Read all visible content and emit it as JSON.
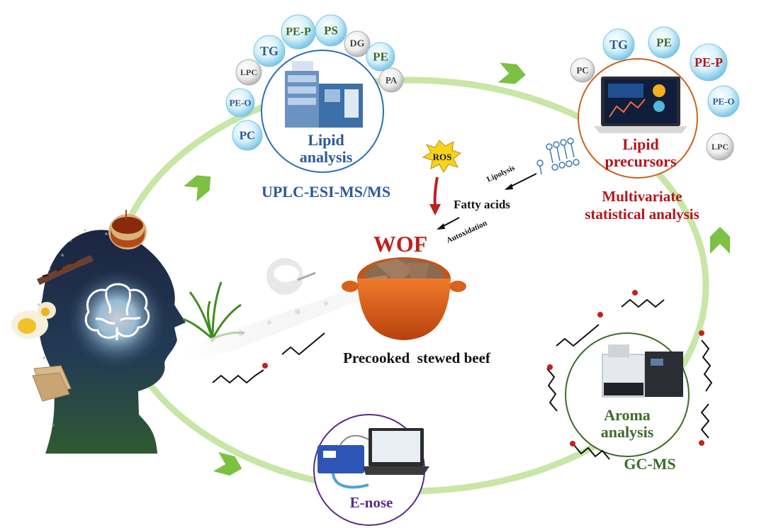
{
  "lipid_analysis": {
    "title_line1": "Lipid",
    "title_line2": "analysis",
    "method": "UPLC-ESI-MS/MS",
    "classes": [
      "PE-P",
      "PS",
      "TG",
      "DG",
      "PE",
      "LPC",
      "PA",
      "PE-O",
      "PC"
    ]
  },
  "lipid_precursors": {
    "title_line1": "Lipid",
    "title_line2": "precursors",
    "method_line1": "Multivariate",
    "method_line2": "statistical analysis",
    "classes": [
      "TG",
      "PE",
      "PE-P",
      "PC",
      "PE-O",
      "LPC"
    ]
  },
  "mechanism": {
    "ros": "ROS",
    "lipolysis": "Lipolysis",
    "fatty_acids": "Fatty acids",
    "autoxidation": "Autoxidation",
    "wof": "WOF"
  },
  "food": {
    "label": "Precooked  stewed beef"
  },
  "aroma": {
    "title_line1": "Aroma",
    "title_line2": "analysis",
    "method": "GC-MS"
  },
  "enose": {
    "label": "E-nose"
  },
  "colors": {
    "lipid_blue": "#2d5a97",
    "precursor_red": "#b3151c",
    "aroma_green": "#3e6b2a",
    "enose_purple": "#5a2b8a",
    "cycle_green": "#b9e08e",
    "arrow_green": "#7cc142",
    "precursor_orange": "#c8641e"
  }
}
